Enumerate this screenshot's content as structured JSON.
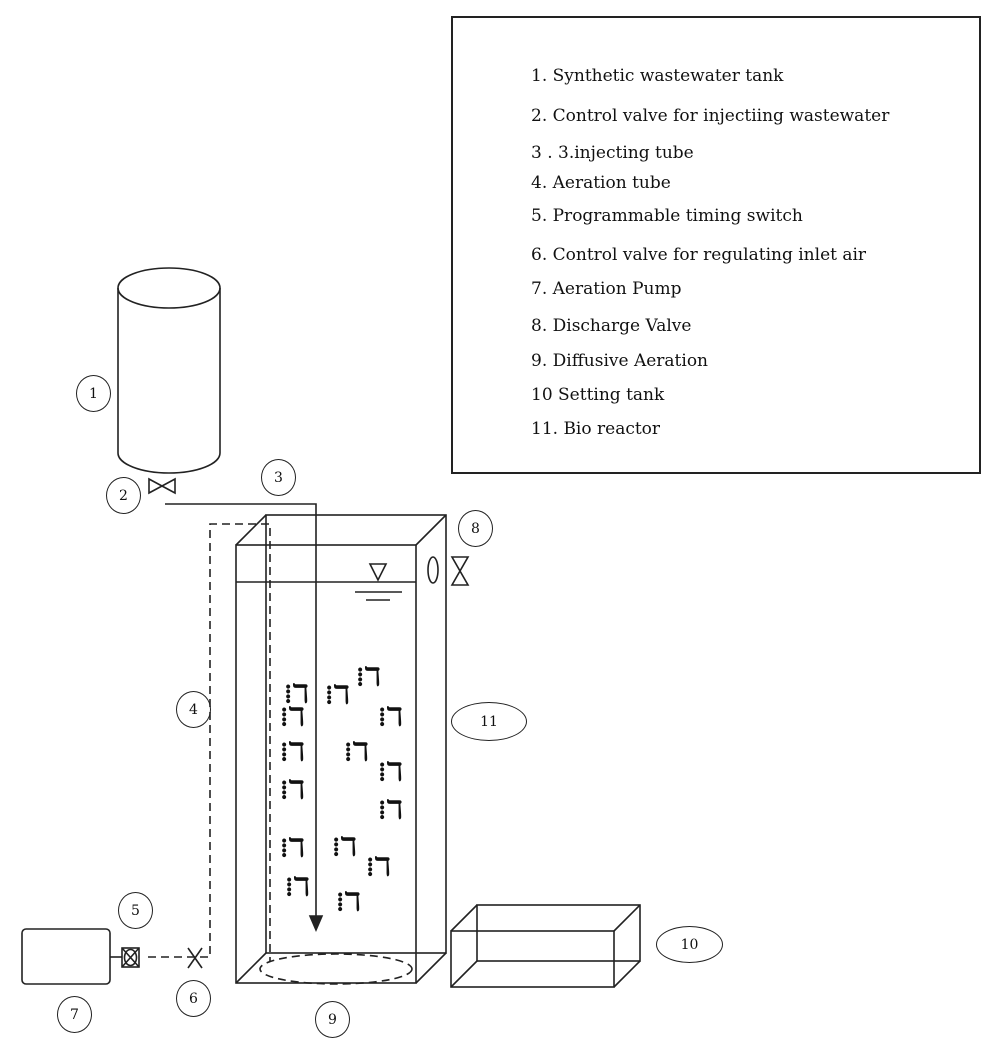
{
  "legend": {
    "items": [
      "1.   Synthetic wastewater tank",
      "2.   Control  valve for injectiing wastewater",
      "3 .  3.injecting tube",
      "4.   Aeration tube",
      "5.   Programmable timing switch",
      "6.   Control valve for regulating inlet air",
      "7.   Aeration Pump",
      "8.   Discharge Valve",
      "9.   Diffusive Aeration",
      "10   Setting tank",
      "11.   Bio reactor"
    ]
  },
  "callouts": {
    "c1": "1",
    "c2": "2",
    "c3": "3",
    "c4": "4",
    "c5": "5",
    "c6": "6",
    "c7": "7",
    "c8": "8",
    "c9": "9",
    "c10": "10",
    "c11": "11"
  }
}
